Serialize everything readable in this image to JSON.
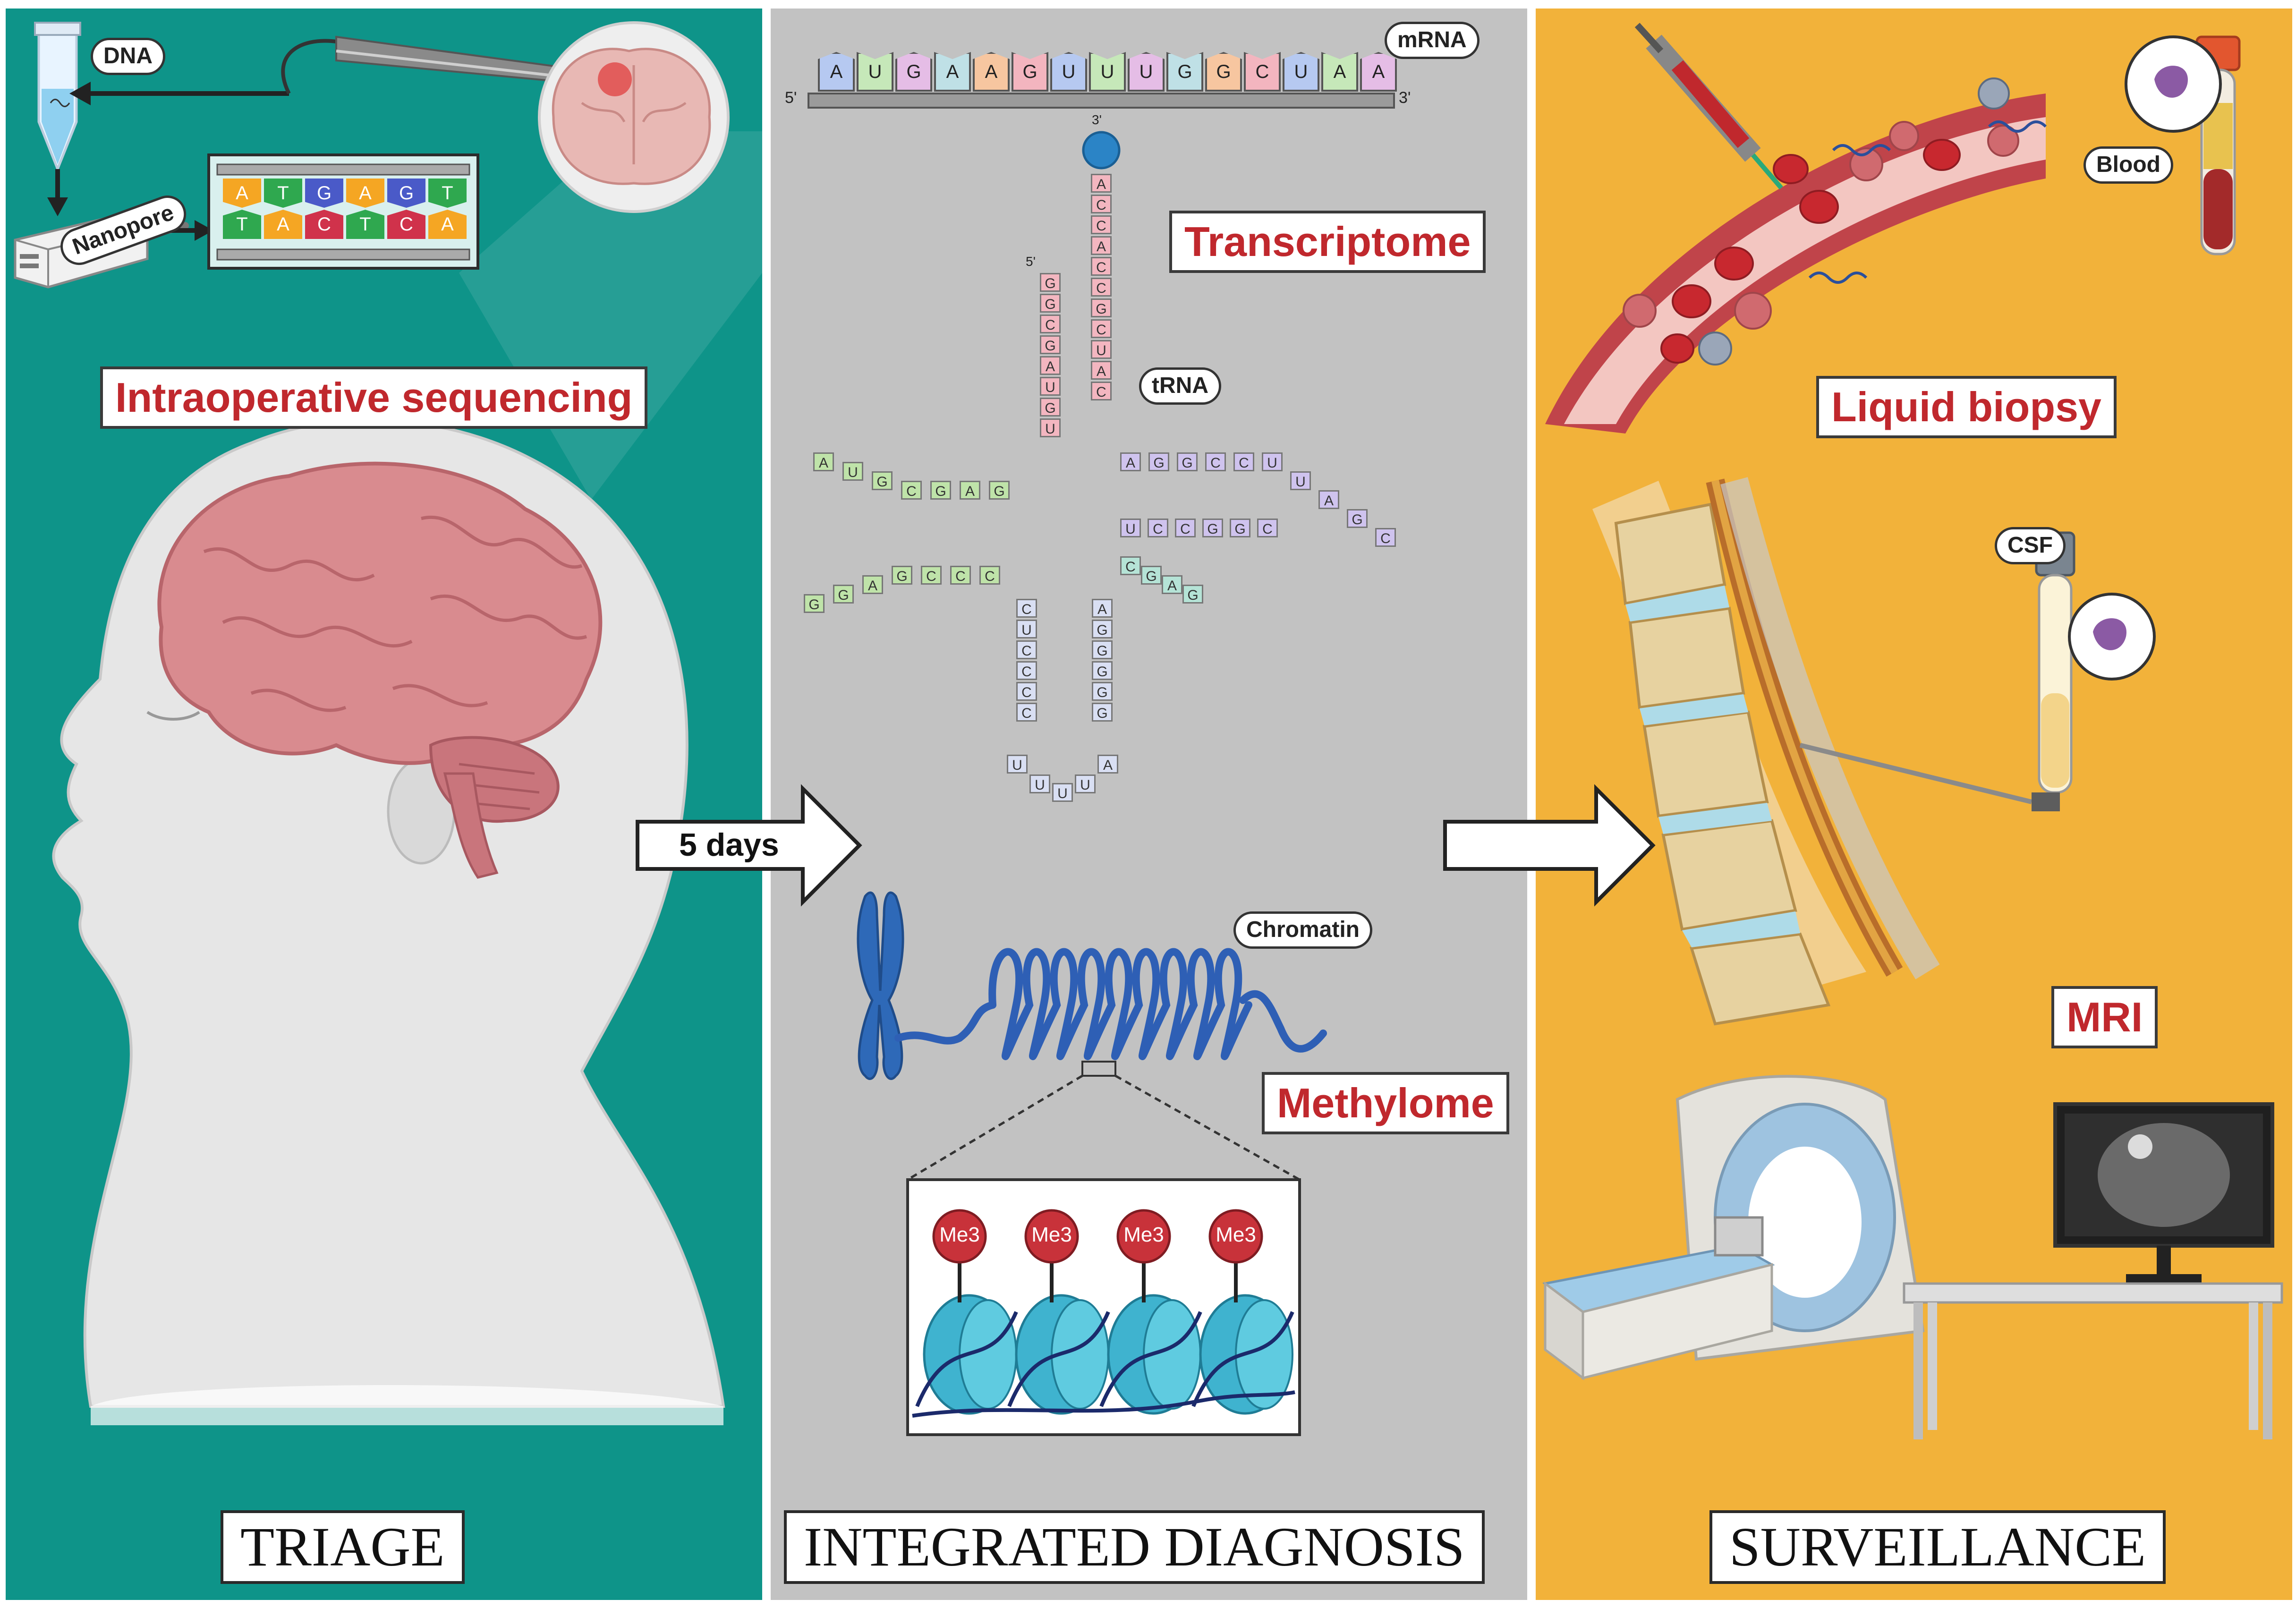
{
  "triage": {
    "intraop_label": "Intraoperative sequencing",
    "dna_label": "DNA",
    "nanopore_label": "Nanopore",
    "sequence_top": [
      "A",
      "T",
      "G",
      "A",
      "G",
      "T"
    ],
    "sequence_bottom": [
      "T",
      "A",
      "C",
      "T",
      "C",
      "A"
    ],
    "title": "TRIAGE"
  },
  "arrow1_label": "5 days",
  "integrated": {
    "mrna_label": "mRNA",
    "mrna_sequence": [
      "A",
      "U",
      "G",
      "A",
      "A",
      "G",
      "U",
      "U",
      "U",
      "G",
      "G",
      "C",
      "U",
      "A",
      "A"
    ],
    "five_prime": "5'",
    "three_prime": "3'",
    "trna_top_3prime": "3'",
    "trna_5prime": "5'",
    "transcriptome_label": "Transcriptome",
    "trna_label": "tRNA",
    "acceptor_right": [
      "A",
      "C",
      "C",
      "A",
      "C",
      "C",
      "G",
      "C",
      "U",
      "A",
      "C"
    ],
    "acceptor_left": [
      "G",
      "G",
      "C",
      "G",
      "A",
      "U",
      "G",
      "U"
    ],
    "d_arm_top": [
      "A",
      "U",
      "G",
      "C",
      "G",
      "A",
      "G"
    ],
    "d_arm_bottom": [
      "G",
      "G",
      "A",
      "G",
      "C",
      "C",
      "C"
    ],
    "t_arm_top": [
      "A",
      "G",
      "G",
      "C",
      "C",
      "U",
      "U",
      "A",
      "G",
      "C"
    ],
    "t_arm_bottom": [
      "U",
      "C",
      "C",
      "G",
      "G",
      "C"
    ],
    "variable_loop": [
      "C",
      "G",
      "A",
      "G"
    ],
    "anticodon_left": [
      "C",
      "U",
      "C",
      "C",
      "C",
      "C"
    ],
    "anticodon_right": [
      "A",
      "G",
      "G",
      "G",
      "G",
      "G"
    ],
    "anticodon_loop": [
      "U",
      "U",
      "U",
      "U",
      "A"
    ],
    "chromatin_label": "Chromatin",
    "methylome_label": "Methylome",
    "me3_labels": [
      "Me3",
      "Me3",
      "Me3",
      "Me3"
    ],
    "title": "INTEGRATED DIAGNOSIS"
  },
  "surveillance": {
    "liquid_biopsy_label": "Liquid biopsy",
    "blood_label": "Blood",
    "csf_label": "CSF",
    "mri_label": "MRI",
    "title": "SURVEILLANCE"
  },
  "colors": {
    "triage_bg": "#0e9489",
    "integrated_bg": "#c2c2c2",
    "surveillance_bg": "#f2b23a",
    "label_red": "#c0282d",
    "nuc_A": "#f5a623",
    "nuc_T": "#2fa84f",
    "nuc_G": "#4a5ac8",
    "nuc_C": "#d0324b"
  }
}
